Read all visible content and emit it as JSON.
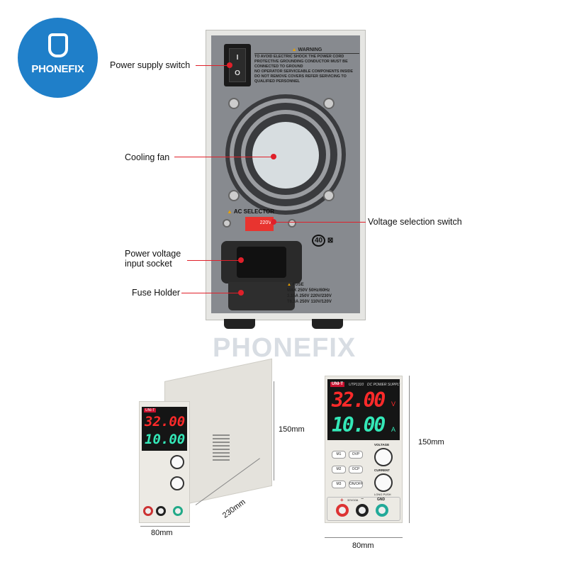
{
  "logo": {
    "brand": "PHONEFIX"
  },
  "watermark": "PHONEFIX",
  "callouts": {
    "power_switch": "Power supply switch",
    "cooling_fan": "Cooling fan",
    "voltage_selection": "Voltage selection switch",
    "input_socket_line1": "Power voltage",
    "input_socket_line2": "input socket",
    "fuse_holder": "Fuse Holder"
  },
  "rear_panel": {
    "switch_on": "I",
    "switch_off": "O",
    "warning_title": "WARNING",
    "warning_lines": [
      "TO AVOID ELECTRIC SHOCK THE POWER CORD",
      "PROTECTIVE GROUNDING CONDUCTOR MUST BE",
      "CONNECTED TO GROUND",
      "NO OPERATOR SERVICEABLE COMPONENTS INSIDE",
      "DO NOT REMOVE COVERS REFER SERVICING TO",
      "QUALIFIED PERSONNEL"
    ],
    "ac_selector": "AC SELECTOR",
    "selector_value": "220V",
    "env_mark": "40",
    "fuse_title": "FUSE",
    "fuse_lines": [
      "MAX 250V 50Hz/60Hz",
      "3.15A 250V 220V/230V",
      "T6.3A 250V 110V/120V"
    ]
  },
  "front_device": {
    "brand": "UNI-T",
    "model": "UTP1310",
    "type": "DC POWER SUPPLY",
    "voltage_display": "32.00",
    "voltage_unit": "V",
    "current_display": "10.00",
    "current_unit": "A",
    "buttons": [
      "M1",
      "OVP",
      "M2",
      "OCP",
      "M3",
      "ON/OFF"
    ],
    "knob_voltage": "VOLTAGE",
    "knob_current": "CURRENT",
    "long_push": "LONG PUSH",
    "output_rating": "32V/10A",
    "plus": "+",
    "minus": "−",
    "gnd": "GND"
  },
  "dimensions": {
    "height_left": "150mm",
    "depth": "230mm",
    "width_left": "80mm",
    "height_right": "150mm",
    "width_right": "80mm"
  },
  "colors": {
    "brand_blue": "#1f7fc9",
    "callout_red": "#e0202a",
    "voltage_red": "#ff2a2a",
    "current_green": "#34e8b8"
  }
}
